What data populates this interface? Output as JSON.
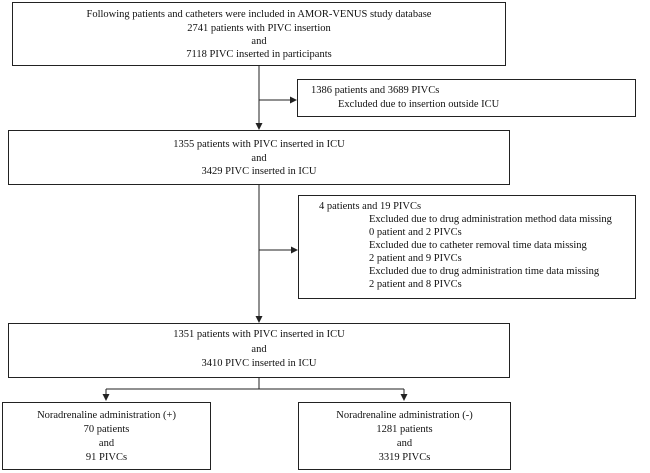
{
  "box1": {
    "lines": [
      "Following patients and catheters were included in AMOR-VENUS study database",
      "2741 patients with PIVC insertion",
      "and",
      "7118 PIVC inserted in participants"
    ]
  },
  "exclusion1": {
    "lines": [
      "1386 patients and 3689 PIVCs",
      "Excluded due to insertion outside ICU"
    ]
  },
  "box2": {
    "lines": [
      "1355 patients with PIVC inserted in ICU",
      "and",
      "3429 PIVC inserted in ICU"
    ]
  },
  "exclusion2": {
    "lines": [
      "4 patients and 19 PIVCs",
      "Excluded due to drug administration method data missing",
      "0 patient and 2 PIVCs",
      "Excluded due to catheter removal time data missing",
      "2 patient and 9 PIVCs",
      "Excluded due to drug administration time data missing",
      "2 patient and 8 PIVCs"
    ]
  },
  "box3": {
    "lines": [
      "1351 patients with PIVC inserted in ICU",
      "and",
      "3410 PIVC inserted in ICU"
    ]
  },
  "group_pos": {
    "lines": [
      "Noradrenaline administration (+)",
      "70 patients",
      "and",
      "91 PIVCs"
    ]
  },
  "group_neg": {
    "lines": [
      "Noradrenaline administration (-)",
      "1281 patients",
      "and",
      "3319 PIVCs"
    ]
  }
}
